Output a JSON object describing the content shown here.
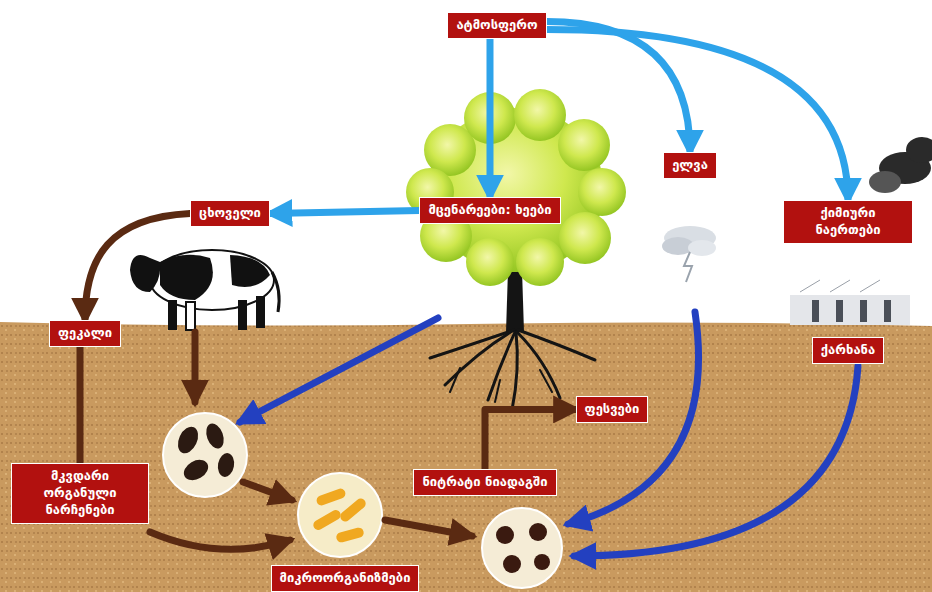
{
  "diagram": {
    "nodes": [
      {
        "text": [
          "ატმოსფერო"
        ]
      },
      {
        "text": [
          "მცენარეები: ხეები"
        ]
      },
      {
        "text": [
          "ელვა"
        ]
      },
      {
        "text": [
          "ცხოველი"
        ]
      },
      {
        "text": [
          "ქიმიური ნაერთები"
        ]
      },
      {
        "text": [
          "ფეკალი"
        ]
      },
      {
        "text": [
          "ქარხანა"
        ]
      },
      {
        "text": [
          "ფესვები"
        ]
      },
      {
        "text": [
          "ნიტრატი ნიადაგში"
        ]
      },
      {
        "text": [
          "მკვდარი ორგანული ნარჩენები"
        ]
      },
      {
        "text": [
          "მიკროორგანიზმები"
        ]
      }
    ],
    "edges": [
      {
        "from": 0,
        "to": 1,
        "arrow": "to"
      },
      {
        "from": 0,
        "to": 2,
        "arrow": "to"
      },
      {
        "from": 0,
        "to": 4,
        "arrow": "to"
      },
      {
        "from": 1,
        "to": 3,
        "arrow": "to"
      },
      {
        "from": 3,
        "to": 5,
        "arrow": "to"
      },
      {
        "from": 5,
        "to": 9,
        "arrow": "none"
      },
      {
        "from": 8,
        "to": 7,
        "arrow": "to"
      }
    ]
  }
}
